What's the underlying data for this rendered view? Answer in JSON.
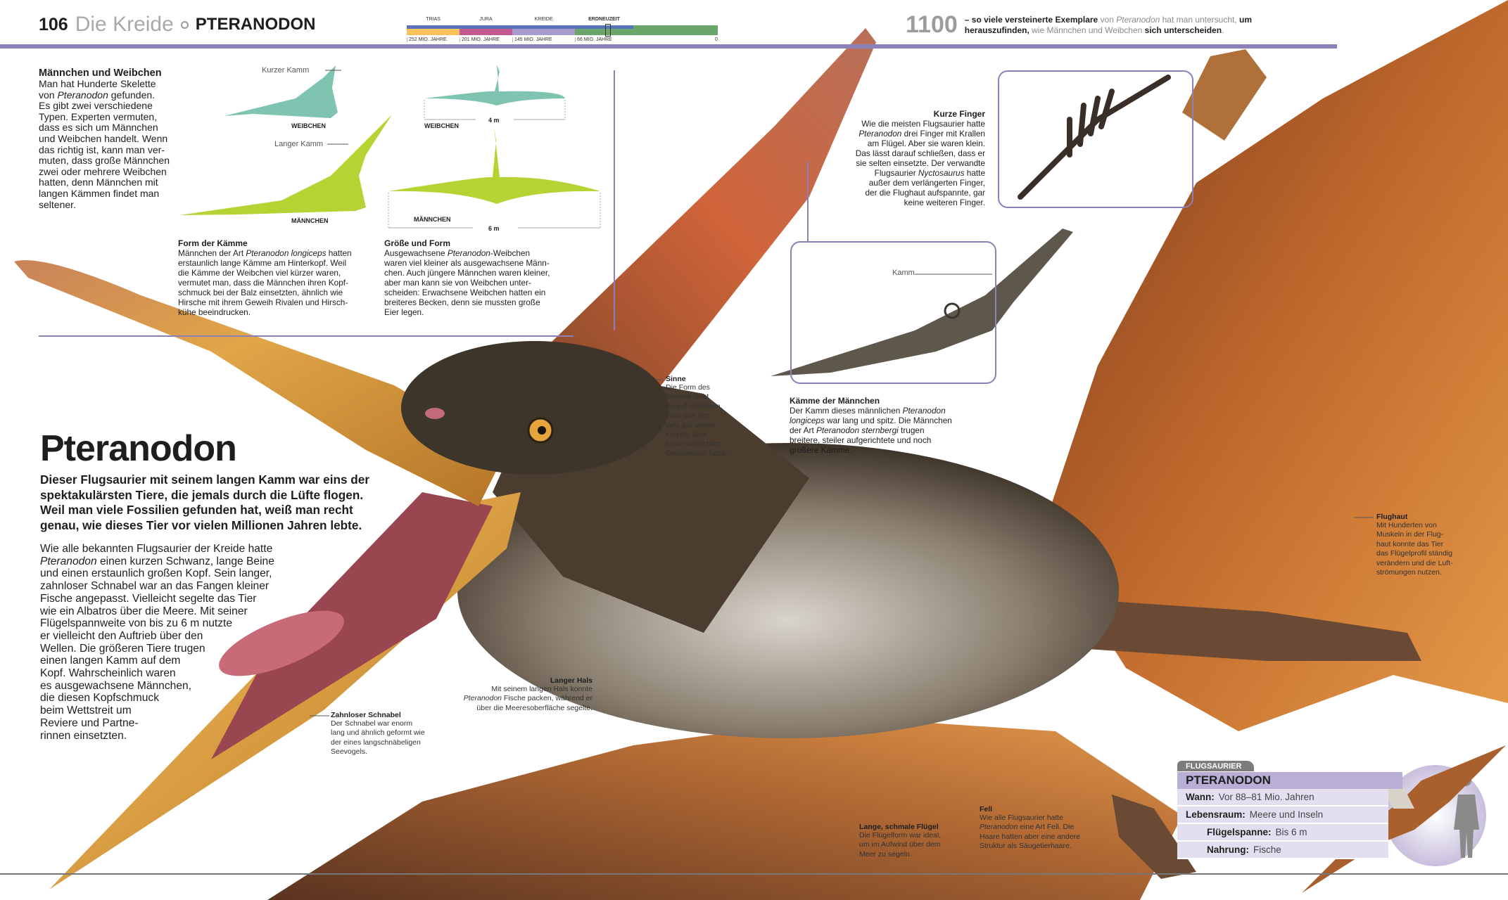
{
  "header": {
    "page_number": "106",
    "section": "Die Kreide",
    "title": "PTERANODON"
  },
  "timeline": {
    "periods": [
      {
        "name": "TRIAS",
        "start": "252 MIO. JAHRE",
        "color": "#f9c25b"
      },
      {
        "name": "JURA",
        "start": "201 MIO. JAHRE",
        "color": "#c45b8e"
      },
      {
        "name": "KREIDE",
        "start": "145 MIO. JAHRE",
        "color": "#a99bcf"
      },
      {
        "name": "ERDNEUZEIT",
        "start": "66 MIO. JAHRE",
        "color": "#6aa56a"
      }
    ],
    "end": "0",
    "top_bar_color": "#5b76b8"
  },
  "fact_number": {
    "number": "1100",
    "parts": [
      {
        "t": "– so viele versteinerte Exemplare ",
        "g": false
      },
      {
        "t": "von ",
        "g": true
      },
      {
        "t": "Pteranodon",
        "g": true,
        "i": true
      },
      {
        "t": " hat man untersucht,",
        "g": true
      },
      {
        "t": " um herauszufinden, ",
        "g": false
      },
      {
        "t": "wie Männchen und Weibchen ",
        "g": true
      },
      {
        "t": "sich unterscheiden",
        "g": false
      },
      {
        "t": ".",
        "g": true
      }
    ]
  },
  "sex_section": {
    "heading": "Männchen und Weibchen",
    "text": [
      {
        "t": "Man hat Hunderte Skelette\nvon "
      },
      {
        "t": "Pteranodon",
        "i": true
      },
      {
        "t": " gefunden.\nEs gibt zwei verschiedene\nTypen. Experten vermuten,\ndass es sich um Männchen\nund Weibchen handelt. Wenn\ndas richtig ist, kann man ver-\nmuten, dass große Männchen\nzwei oder mehrere Weibchen\nhatten, denn Männchen mit\nlangen Kämmen findet man\nseltener."
      }
    ]
  },
  "crest_diagram": {
    "female_label": "WEIBCHEN",
    "female_crest": "Kurzer Kamm",
    "male_label": "MÄNNCHEN",
    "male_crest": "Langer Kamm",
    "female_color": "#7fc4b0",
    "male_color": "#b5d333"
  },
  "crest_form": {
    "heading": "Form der Kämme",
    "text": [
      {
        "t": "Männchen der Art "
      },
      {
        "t": "Pteranodon longiceps",
        "i": true
      },
      {
        "t": " hatten\nerstaunlich lange Kämme am Hinterkopf. Weil\ndie Kämme der Weibchen viel kürzer waren,\nvermutet man, dass die Männchen ihren Kopf-\nschmuck bei der Balz einsetzten, ähnlich wie\nHirsche mit ihrem Geweih Rivalen und Hirsch-\nkühe beeindrucken."
      }
    ]
  },
  "wingspan_diagram": {
    "female_label": "WEIBCHEN",
    "female_span": "4 m",
    "male_label": "MÄNNCHEN",
    "male_span": "6 m"
  },
  "size_form": {
    "heading": "Größe und Form",
    "text": [
      {
        "t": "Ausgewachsene "
      },
      {
        "t": "Pteranodon",
        "i": true
      },
      {
        "t": "-Weibchen\nwaren viel kleiner als ausgewachsene Männ-\nchen. Auch jüngere Männchen waren kleiner,\naber man kann sie von Weibchen unter-\nscheiden: Erwachsene Weibchen hatten ein\nbreiteres Becken, denn sie mussten große\nEier legen."
      }
    ]
  },
  "fingers": {
    "heading": "Kurze Finger",
    "text": [
      {
        "t": "Wie die meisten Flugsaurier hatte\n"
      },
      {
        "t": "Pteranodon",
        "i": true
      },
      {
        "t": " drei Finger mit Krallen\nam Flügel. Aber sie waren klein.\nDas lässt darauf schließen, dass er\nsie selten einsetzte. Der verwandte\nFlugsaurier "
      },
      {
        "t": "Nyctosaurus",
        "i": true
      },
      {
        "t": " hatte\naußer dem verlängerten Finger,\nder die Flughaut aufspannte, gar\nkeine weiteren Finger."
      }
    ]
  },
  "crest_fossil": {
    "label": "Kamm",
    "heading": "Kämme der Männchen",
    "text": [
      {
        "t": "Der Kamm dieses männlichen "
      },
      {
        "t": "Pteranodon\nlongiceps",
        "i": true
      },
      {
        "t": " war lang und spitz. Die Männchen\nder Art "
      },
      {
        "t": "Pteranodon sternbergi",
        "i": true
      },
      {
        "t": " trugen\nbreitere, steiler aufgerichtete und noch\ngrößere Kämme."
      }
    ]
  },
  "senses": {
    "heading": "Sinne",
    "text": [
      {
        "t": "Die Form des\nGehirns lässt\ndarauf schließen,\ndass das Tier\nsehr gut sehen\nkonnte, aber\neinen schlechten\nGeruchssinn hatte."
      }
    ]
  },
  "main": {
    "title": "Pteranodon",
    "lead": "Dieser Flugsaurier mit seinem langen Kamm war eins der spektakulärsten Tiere, die jemals durch die Lüfte flogen. Weil man viele Fossilien gefunden hat, weiß man recht genau, wie dieses Tier vor vielen Millionen Jahren lebte.",
    "body": [
      {
        "t": "Wie alle bekannten Flugsaurier der Kreide hatte\n"
      },
      {
        "t": "Pteranodon",
        "i": true
      },
      {
        "t": " einen kurzen Schwanz, lange Beine\nund einen erstaunlich großen Kopf. Sein langer,\nzahnloser Schnabel war an das Fangen kleiner\nFische angepasst. Vielleicht segelte das Tier\nwie ein Albatros über die Meere. Mit seiner\nFlügelspannweite von bis zu 6 m nutzte\ner vielleicht den Auftrieb über den\nWellen. Die größeren Tiere trugen\neinen langen Kamm auf dem\nKopf. Wahrscheinlich waren\nes ausgewachsene Männchen,\ndie diesen Kopfschmuck\nbeim Wettstreit um\nReviere und Partne-\nrinnen einsetzten."
      }
    ]
  },
  "beak": {
    "heading": "Zahnloser Schnabel",
    "text": [
      {
        "t": "Der Schnabel war enorm\nlang und ähnlich geformt wie\nder eines langschnäbeligen\nSeevogels."
      }
    ]
  },
  "neck": {
    "heading": "Langer Hals",
    "text": [
      {
        "t": "Mit seinem langen Hals konnte\n"
      },
      {
        "t": "Pteranodon",
        "i": true
      },
      {
        "t": " Fische packen, während er\nüber die Meeresoberfläche segelte."
      }
    ]
  },
  "wings": {
    "heading": "Lange, schmale Flügel",
    "text": [
      {
        "t": "Die Flügelform war ideal,\num im Aufwind über dem\nMeer zu segeln."
      }
    ]
  },
  "fur": {
    "heading": "Fell",
    "text": [
      {
        "t": "Wie alle Flugsaurier hatte\n"
      },
      {
        "t": "Pteranodon",
        "i": true
      },
      {
        "t": " eine Art Fell. Die\nHaare hatten aber eine andere\nStruktur als Säugetierhaare."
      }
    ]
  },
  "membrane": {
    "heading": "Flughaut",
    "text": [
      {
        "t": "Mit Hunderten von\nMuskeln in der Flug-\nhaut konnte das Tier\ndas Flügelprofil ständig\nverändern und die Luft-\nströmungen nutzen."
      }
    ]
  },
  "factbox": {
    "category": "FLUGSAURIER",
    "name": "PTERANODON",
    "rows": [
      {
        "label": "Wann:",
        "value": "Vor 88–81 Mio. Jahren"
      },
      {
        "label": "Lebensraum:",
        "value": "Meere und Inseln"
      },
      {
        "label": "Flügelspanne:",
        "value": "Bis 6 m"
      },
      {
        "label": "Nahrung:",
        "value": "Fische"
      }
    ]
  },
  "colors": {
    "accent": "#8b80b8",
    "beak": "#d89a3c",
    "crest": "#c4582e",
    "wing": "#b5622a"
  }
}
